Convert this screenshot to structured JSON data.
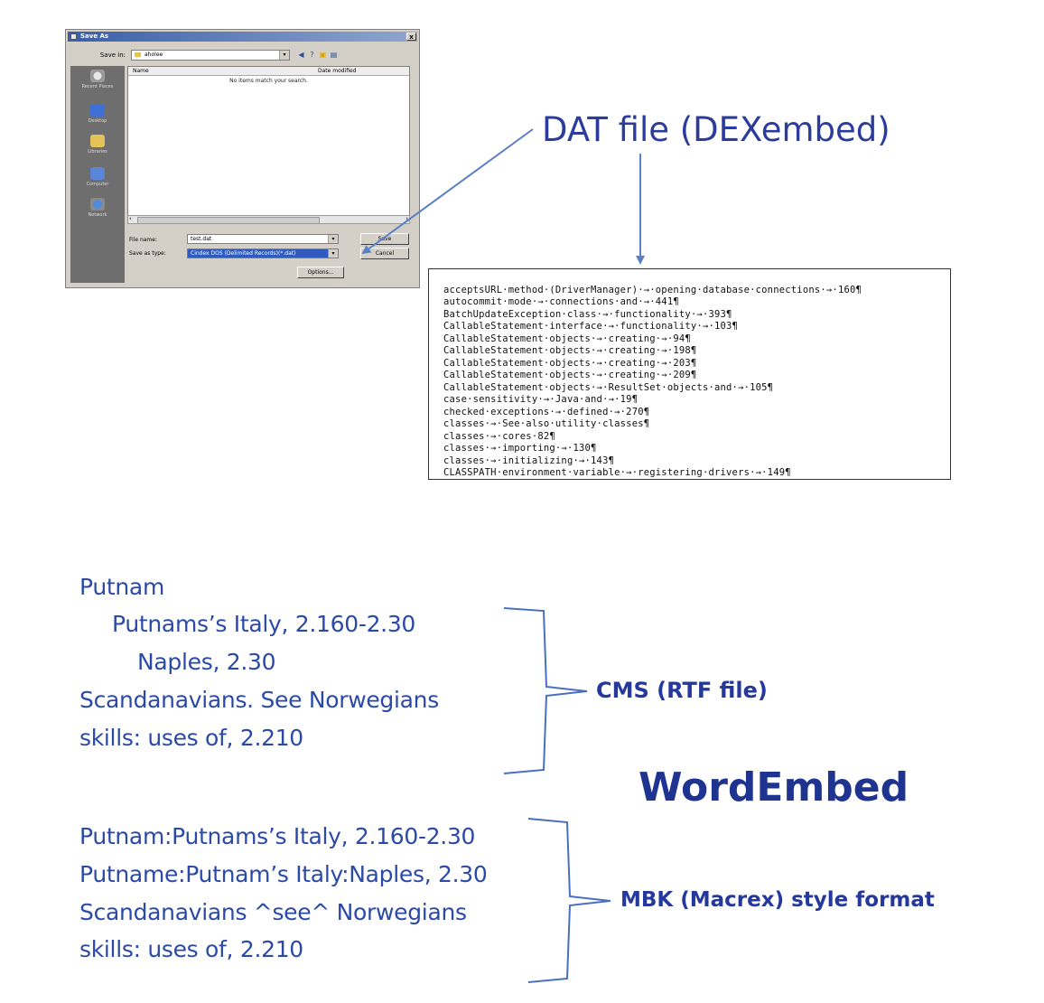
{
  "dialog": {
    "title": "Save As",
    "close_label": "x",
    "save_in_label": "Save in:",
    "save_in_value": "aholee",
    "places": [
      "Recent Places",
      "Desktop",
      "Libraries",
      "Computer",
      "Network"
    ],
    "columns": [
      "Name",
      "Date modified"
    ],
    "empty_message": "No items match your search.",
    "file_name_label": "File name:",
    "file_name_value": "test.dat",
    "save_as_type_label": "Save as type:",
    "save_as_type_value": "Cindex DOS (Delimited Records)(*.dat)",
    "save_button": "Save",
    "cancel_button": "Cancel",
    "options_button": "Options..."
  },
  "dat_title": "DAT file (DEXembed)",
  "dat_lines": [
    "acceptsURL·method·(DriverManager)·→·opening·database·connections·→·160¶",
    "autocommit·mode·→·connections·and·→·441¶",
    "BatchUpdateException·class·→·functionality·→·393¶",
    "CallableStatement·interface·→·functionality·→·103¶",
    "CallableStatement·objects·→·creating·→·94¶",
    "CallableStatement·objects·→·creating·→·198¶",
    "CallableStatement·objects·→·creating·→·203¶",
    "CallableStatement·objects·→·creating·→·209¶",
    "CallableStatement·objects·→·ResultSet·objects·and·→·105¶",
    "case·sensitivity·→·Java·and·→·19¶",
    "checked·exceptions·→·defined·→·270¶",
    "classes·→·See·also·utility·classes¶",
    "classes·→·cores·82¶",
    "classes·→·importing·→·130¶",
    "classes·→·initializing·→·143¶",
    "CLASSPATH·environment·variable·→·registering·drivers·→·149¶"
  ],
  "cms_lines": [
    "Putnam",
    "Putnams’s Italy, 2.160-2.30",
    "Naples, 2.30",
    "Scandanavians. See Norwegians",
    "skills: uses of, 2.210"
  ],
  "cms_label": "CMS (RTF file)",
  "center_title": "WordEmbed",
  "mbk_lines": [
    "Putnam:Putnams’s Italy, 2.160-2.30",
    "Putname:Putnam’s Italy:Naples, 2.30",
    "Scandanavians ^see^ Norwegians",
    "skills: uses of, 2.210"
  ],
  "mbk_label": "MBK (Macrex) style format",
  "colors": {
    "blue_text": "#2b4aa8",
    "title_blue": "#2b3c9c",
    "arrow_blue": "#5b7fc4",
    "bracket_blue": "#4a6fc0"
  }
}
